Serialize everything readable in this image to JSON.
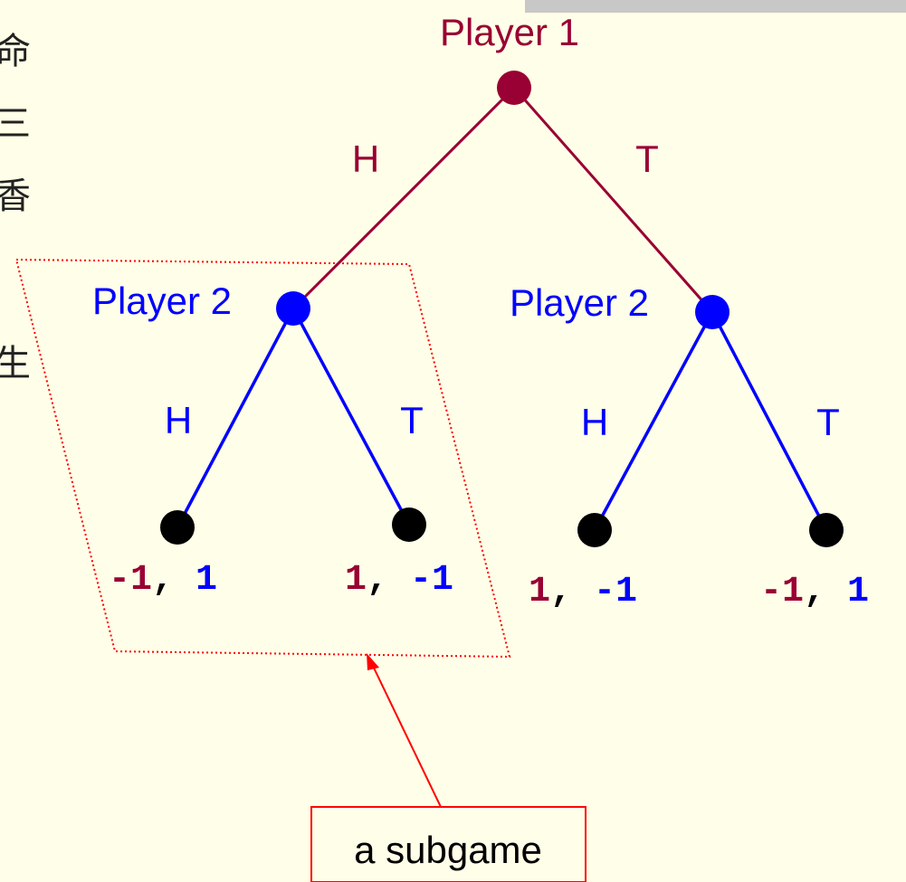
{
  "colors": {
    "background": "#fffee8",
    "player1": "#990033",
    "player2": "#0000ff",
    "terminal": "#000000",
    "annotation": "#ff0000",
    "header_bar": "#c8c8c8"
  },
  "side_text": [
    "命",
    "三",
    "香",
    "生"
  ],
  "players": {
    "p1": "Player 1",
    "p2_left": "Player 2",
    "p2_right": "Player 2"
  },
  "moves": {
    "p1_left": "H",
    "p1_right": "T",
    "p2l_left": "H",
    "p2l_right": "T",
    "p2r_left": "H",
    "p2r_right": "T"
  },
  "payoffs": [
    {
      "p1": "-1",
      "sep": ", ",
      "p2": "1"
    },
    {
      "p1": "1",
      "sep": ", ",
      "p2": "-1"
    },
    {
      "p1": "1",
      "sep": ", ",
      "p2": "-1"
    },
    {
      "p1": "-1",
      "sep": ", ",
      "p2": "1"
    }
  ],
  "annotation": {
    "label": "a subgame"
  }
}
